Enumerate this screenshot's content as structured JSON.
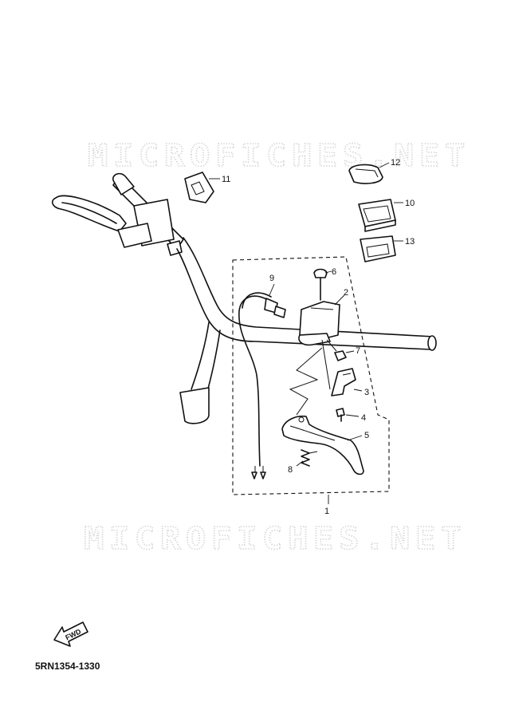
{
  "watermark": {
    "text": "MICROFICHES.NET"
  },
  "callouts": [
    {
      "id": "1",
      "label": "1"
    },
    {
      "id": "2",
      "label": "2"
    },
    {
      "id": "3",
      "label": "3"
    },
    {
      "id": "4",
      "label": "4"
    },
    {
      "id": "5",
      "label": "5"
    },
    {
      "id": "6",
      "label": "6"
    },
    {
      "id": "7",
      "label": "7"
    },
    {
      "id": "8",
      "label": "8"
    },
    {
      "id": "9",
      "label": "9"
    },
    {
      "id": "10",
      "label": "10"
    },
    {
      "id": "11",
      "label": "11"
    },
    {
      "id": "12",
      "label": "12"
    },
    {
      "id": "13",
      "label": "13"
    }
  ],
  "fwd_badge": {
    "text": "FWD"
  },
  "diagram_code": "5RN1354-1330"
}
